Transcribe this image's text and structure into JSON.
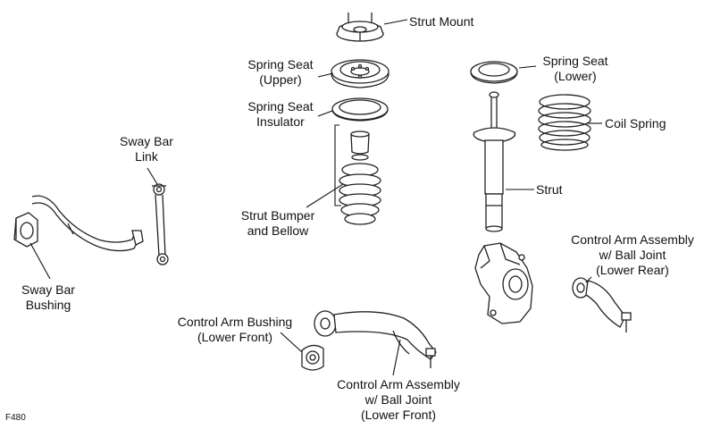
{
  "labels": {
    "strut_mount": "Strut Mount",
    "spring_seat_upper": [
      "Spring Seat",
      "(Upper)"
    ],
    "spring_seat_insulator": [
      "Spring Seat",
      "Insulator"
    ],
    "spring_seat_lower": [
      "Spring Seat",
      "(Lower)"
    ],
    "coil_spring": "Coil Spring",
    "strut": "Strut",
    "sway_bar_link": [
      "Sway Bar",
      "Link"
    ],
    "strut_bumper": [
      "Strut Bumper",
      "and Bellow"
    ],
    "sway_bar_bushing": [
      "Sway Bar",
      "Bushing"
    ],
    "control_arm_rear": [
      "Control Arm Assembly",
      "w/ Ball Joint",
      "(Lower Rear)"
    ],
    "control_arm_bushing": [
      "Control Arm Bushing",
      "(Lower Front)"
    ],
    "control_arm_front": [
      "Control Arm Assembly",
      "w/ Ball Joint",
      "(Lower Front)"
    ]
  },
  "figure_id": "F480"
}
